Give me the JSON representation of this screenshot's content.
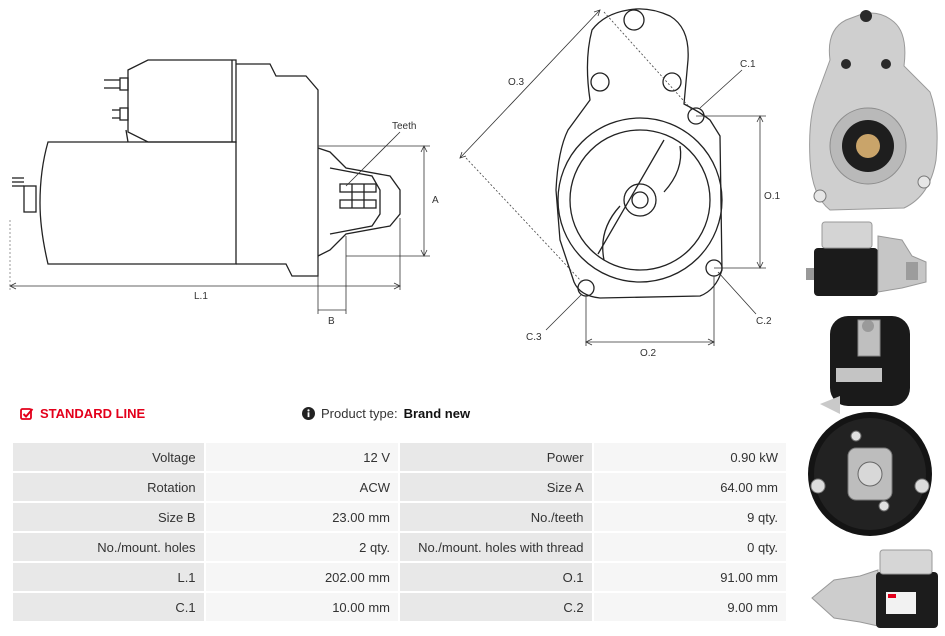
{
  "labels": {
    "teeth": "Teeth",
    "a": "A",
    "l1": "L.1",
    "b": "B",
    "o3": "O.3",
    "c1": "C.1",
    "o1": "O.1",
    "c2": "C.2",
    "c3": "C.3",
    "o2": "O.2"
  },
  "standard_line": "STANDARD LINE",
  "product_type": {
    "label": "Product type:",
    "value": "Brand new"
  },
  "specs": [
    [
      {
        "key": "Voltage",
        "value": "12 V"
      },
      {
        "key": "Power",
        "value": "0.90 kW"
      }
    ],
    [
      {
        "key": "Rotation",
        "value": "ACW"
      },
      {
        "key": "Size A",
        "value": "64.00 mm"
      }
    ],
    [
      {
        "key": "Size B",
        "value": "23.00 mm"
      },
      {
        "key": "No./teeth",
        "value": "9 qty."
      }
    ],
    [
      {
        "key": "No./mount. holes",
        "value": "2 qty."
      },
      {
        "key": "No./mount. holes with thread",
        "value": "0 qty."
      }
    ],
    [
      {
        "key": "L.1",
        "value": "202.00 mm"
      },
      {
        "key": "O.1",
        "value": "91.00 mm"
      }
    ],
    [
      {
        "key": "C.1",
        "value": "10.00 mm"
      },
      {
        "key": "C.2",
        "value": "9.00 mm"
      }
    ]
  ],
  "colors": {
    "accent_red": "#e3001b",
    "table_key_bg": "#e8e8e8",
    "table_val_bg": "#f6f6f6"
  }
}
